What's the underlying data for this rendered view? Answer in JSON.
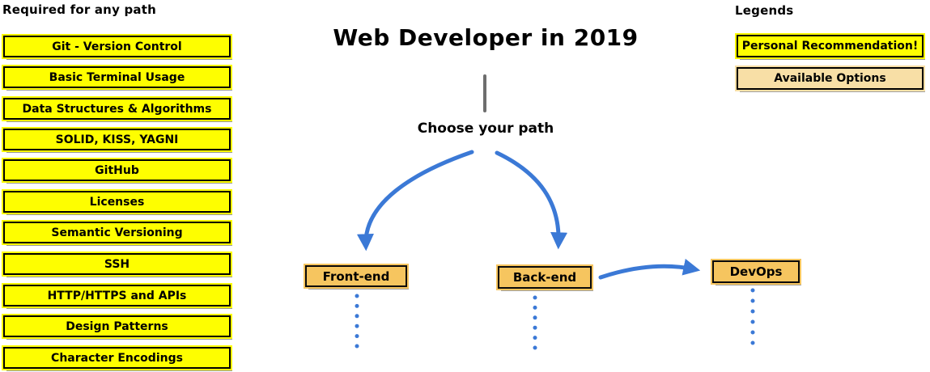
{
  "title": "Web Developer in 2019",
  "subtitle": "Choose your path",
  "required": {
    "heading": "Required for any path",
    "items": [
      "Git - Version Control",
      "Basic Terminal Usage",
      "Data Structures & Algorithms",
      "SOLID, KISS, YAGNI",
      "GitHub",
      "Licenses",
      "Semantic Versioning",
      "SSH",
      "HTTP/HTTPS and APIs",
      "Design Patterns",
      "Character Encodings"
    ]
  },
  "paths": {
    "frontend": "Front-end",
    "backend": "Back-end",
    "devops": "DevOps"
  },
  "legends": {
    "heading": "Legends",
    "personal_recommendation": "Personal Recommendation!",
    "available_options": "Available Options"
  },
  "colors": {
    "recommendation_yellow": "#FEFE00",
    "path_node_orange": "#F6C55F",
    "available_option_tan": "#F8DFA6",
    "arrow_blue": "#3B79D6",
    "trunk_line_gray": "#6E6E6E"
  }
}
